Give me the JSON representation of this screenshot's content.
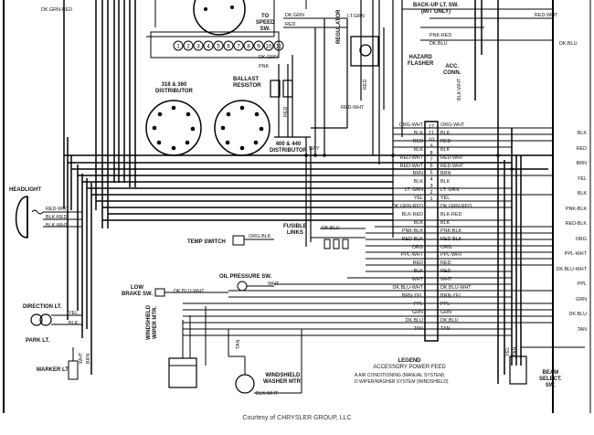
{
  "components": {
    "to_speed_sw": [
      "TO",
      "SPEED",
      "SW."
    ],
    "regulator": "REGULATOR",
    "backup_sw": [
      "BACK-UP LT. SW.",
      "(M/T ONLY)"
    ],
    "hazard_flasher": [
      "HAZARD",
      "FLASHER"
    ],
    "acc_conn": [
      "ACC.",
      "CONN."
    ],
    "ballast_resistor": [
      "BALLAST",
      "RESISTOR"
    ],
    "distributor_318": [
      "318 & 360",
      "DISTRIBUTOR"
    ],
    "distributor_400": [
      "400 & 440",
      "DISTRIBUTOR"
    ],
    "headlight": "HEADLIGHT",
    "fusible_links": [
      "FUSIBLE",
      "LINKS"
    ],
    "temp_switch": "TEMP SWITCH",
    "oil_pressure_sw": "OIL PRESSURE SW.",
    "low_brake_sw": [
      "LOW",
      "BRAKE SW."
    ],
    "direction_lt": "DIRECTION LT.",
    "park_lt": "PARK LT.",
    "marker_lt": "MARKER LT.",
    "windshield_wiper_mtr": [
      "WINDSHIELD",
      "WIPER MTR."
    ],
    "windshield_washer_mtr": [
      "WINDSHIELD",
      "WASHER MTR."
    ],
    "beam_select_sw": [
      "BEAM",
      "SELECT.",
      "SW."
    ]
  },
  "connector_numbers": [
    "1",
    "2",
    "3",
    "4",
    "5",
    "6",
    "7",
    "8",
    "9",
    "10",
    "11"
  ],
  "bulkhead": {
    "numbers": [
      "12",
      "11",
      "10",
      "9",
      "8",
      "7",
      "6",
      "5",
      "4",
      "3",
      "2",
      "1",
      "",
      "",
      "",
      "",
      "",
      "",
      "",
      "",
      "",
      "",
      "",
      "",
      "",
      "",
      "",
      ""
    ],
    "left_labels": [
      "ORG-WHT",
      "BLK",
      "RED",
      "BLK",
      "RED-WHT",
      "RED-WHT",
      "BRN",
      "BLK",
      "LT. GRN",
      "YEL",
      "DK.GRN-RED",
      "BLK-RED",
      "BLK",
      "PNK-BLK",
      "RED-BLK",
      "ORG",
      "PPL-WHT",
      "RED",
      "BLK",
      "WHT",
      "DK.BLU-WHT",
      "BRN-YEL",
      "PPL",
      "GRN",
      "DK.BLU",
      "TAN"
    ],
    "right_labels": [
      "ORG-WHT",
      "BLK",
      "RED",
      "BLK",
      "RED-WHT",
      "RED-WHT",
      "BRN",
      "BLK",
      "LT. GRN",
      "YEL",
      "DK.GRN-RED",
      "BLK-RED",
      "BLK",
      "PNK-BLK",
      "RED-BLK",
      "ORG",
      "PPL-WHT",
      "RED",
      "RED",
      "WHT",
      "DK.BLU-WHT",
      "BRN-YEL",
      "PPL",
      "GRN",
      "DK.BLU",
      "TAN"
    ]
  },
  "right_edge_labels": [
    "BLK",
    "RED",
    "BRN",
    "YEL",
    "BLK",
    "PNK-BLK",
    "RED-BLK",
    "ORG",
    "PPL-WHT",
    "DK.BLU-WHT",
    "PPL",
    "GRN",
    "DK.BLU",
    "TAN"
  ],
  "wire_labels": {
    "dk_grn_red_top": "DK.GRN-RED",
    "dk_grn_speed": "DK.GRN",
    "red_speed": "RED",
    "lt_grn_reg": "LT.GRN",
    "dk_grn_ballast": "DK.GRN",
    "pnk_ballast": "PNK",
    "red_wht_top": "RED-WHT",
    "pnk_red": "PNK-RED",
    "dk_blu": "DK.BLU",
    "blk_wht": "BLK-WHT",
    "red_wht_head": "RED-WHT",
    "blk_red_head": "BLK-RED",
    "blk_wht_head": "BLK-WHT",
    "dk_blu_fusible": "DK.BLU",
    "org_blk": "ORG-BLK",
    "dk_blu_wht_brake": "DK.BLU-WHT",
    "wht_oil": "WHT",
    "yel_dir": "YEL",
    "blk_dir": "BLK",
    "wht_marker": "WHT",
    "brn_marker": "BRN",
    "blk_wht_wiper": "BLK-WHT",
    "tan": "TAN",
    "red_vert": "RED",
    "grn_vert": "GRN",
    "gry": "GRY",
    "red_wht_reg": "RED-WHT",
    "blk_wht_washer": "BLK-WHT",
    "yel_beam": "YEL",
    "tan_beam": "TAN"
  },
  "legend": {
    "title": "LEGEND",
    "subtitle": "ACCESSORY POWER FEED",
    "items": [
      "A  AIR CONDITIONING (MANUAL SYSTEM)",
      "D  WIPER/WASHER SYSTEM (WINDSHIELD)"
    ]
  },
  "credit": "Courtesy of CHRYSLER GROUP, LLC"
}
